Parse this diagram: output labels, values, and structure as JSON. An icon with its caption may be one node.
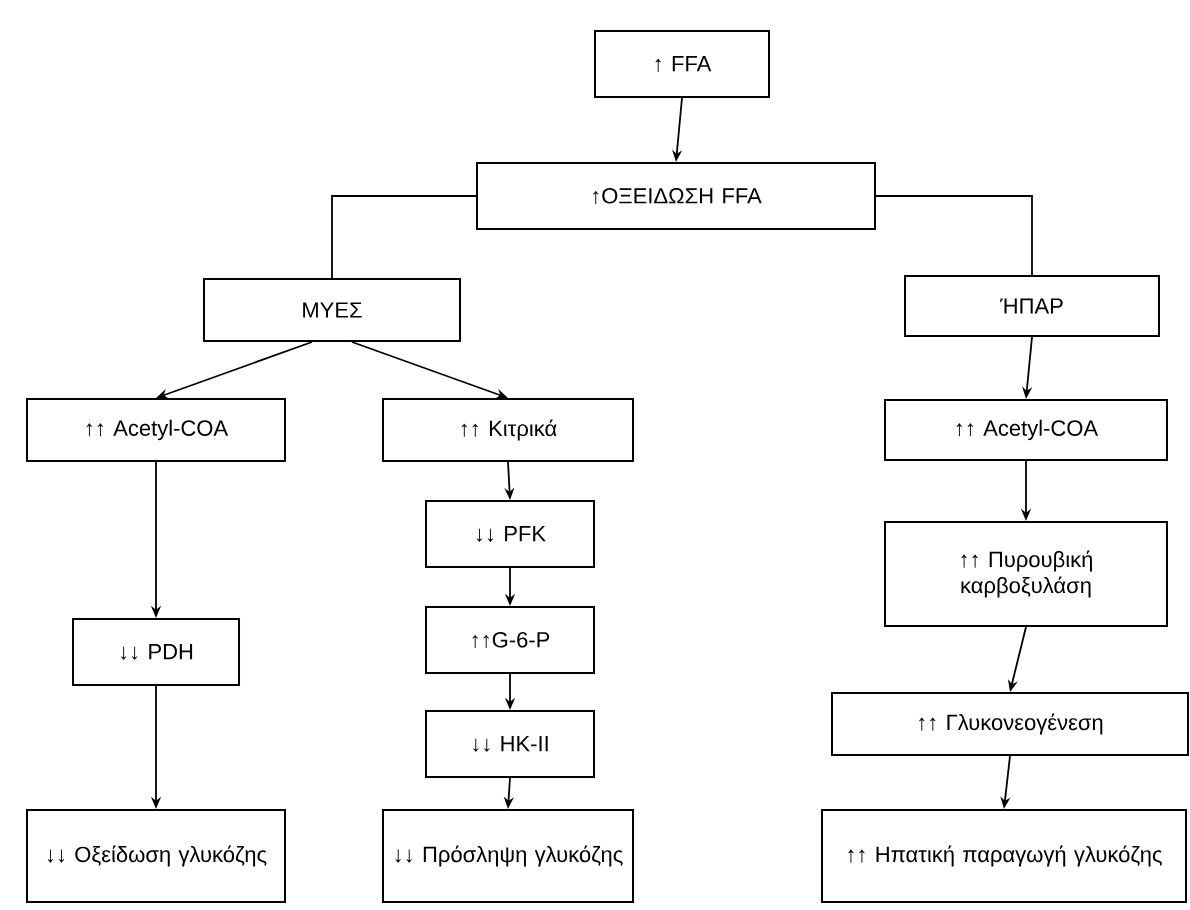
{
  "diagram": {
    "nodes": [
      {
        "text": [
          "↑ FFA"
        ]
      },
      {
        "text": [
          "↑ΟΞΕΙΔΩΣΗ FFA"
        ]
      },
      {
        "text": [
          "ΜΥΕΣ"
        ]
      },
      {
        "text": [
          "ΉΠΑΡ"
        ]
      },
      {
        "text": [
          "↑↑ Acetyl-COA"
        ]
      },
      {
        "text": [
          "↑↑ Κιτρικά"
        ]
      },
      {
        "text": [
          "↑↑ Acetyl-COA"
        ]
      },
      {
        "text": [
          "↓↓ PDH"
        ]
      },
      {
        "text": [
          "↓↓ PFK"
        ]
      },
      {
        "text": [
          "↑↑G-6-P"
        ]
      },
      {
        "text": [
          "↓↓ HK-II"
        ]
      },
      {
        "text": [
          "↑↑ Πυρουβική καρβοξυλάση"
        ]
      },
      {
        "text": [
          "↑↑ Γλυκονεογένεση"
        ]
      },
      {
        "text": [
          "↓↓ Οξείδωση γλυκόζης"
        ]
      },
      {
        "text": [
          "↓↓ Πρόσληψη γλυκόζης"
        ]
      },
      {
        "text": [
          "↑↑ Ηπατική παραγωγή γλυκόζης"
        ]
      }
    ],
    "edges": [
      {
        "from": 0,
        "to": 1,
        "arrow": "to"
      },
      {
        "from": 1,
        "to": 2,
        "arrow": "none"
      },
      {
        "from": 1,
        "to": 3,
        "arrow": "none"
      },
      {
        "from": 2,
        "to": 4,
        "arrow": "to"
      },
      {
        "from": 2,
        "to": 5,
        "arrow": "to"
      },
      {
        "from": 3,
        "to": 6,
        "arrow": "to"
      },
      {
        "from": 4,
        "to": 7,
        "arrow": "to"
      },
      {
        "from": 7,
        "to": 13,
        "arrow": "to"
      },
      {
        "from": 5,
        "to": 8,
        "arrow": "to"
      },
      {
        "from": 8,
        "to": 9,
        "arrow": "to"
      },
      {
        "from": 9,
        "to": 10,
        "arrow": "to"
      },
      {
        "from": 10,
        "to": 14,
        "arrow": "to"
      },
      {
        "from": 6,
        "to": 11,
        "arrow": "to"
      },
      {
        "from": 11,
        "to": 12,
        "arrow": "to"
      },
      {
        "from": 12,
        "to": 15,
        "arrow": "to"
      }
    ]
  }
}
